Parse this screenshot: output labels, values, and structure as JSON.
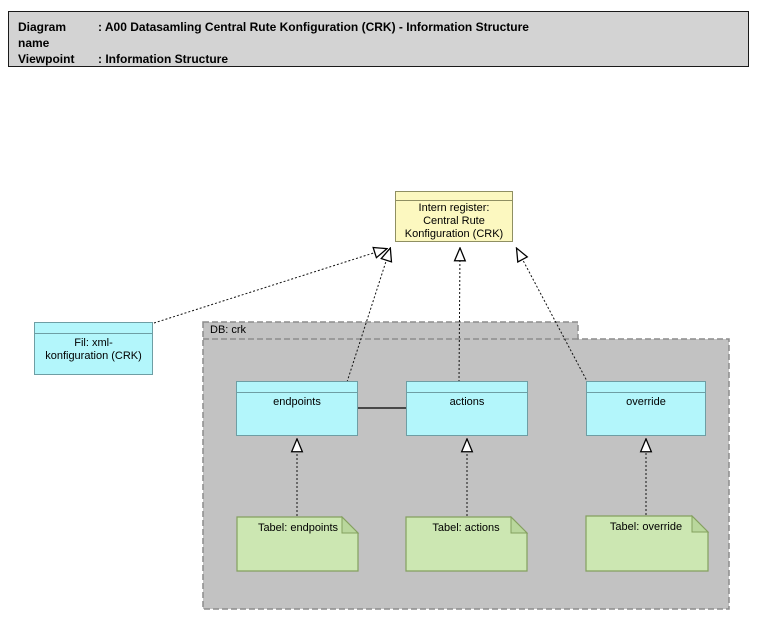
{
  "title_bar": {
    "rows": [
      {
        "label": "Diagram name",
        "value": ": A00 Datasamling Central Rute Konfiguration (CRK) - Information Structure"
      },
      {
        "label": "Viewpoint",
        "value": ": Information Structure"
      }
    ]
  },
  "group": {
    "label": "DB: crk"
  },
  "nodes": {
    "intern_register": {
      "label": "Intern register:\nCentral Rute\nKonfiguration (CRK)",
      "type": "data-object",
      "fill": "#FCF8C0"
    },
    "fil_xml": {
      "label": "Fil: xml-\nkonfiguration (CRK)",
      "type": "data-object",
      "fill": "#B3F6FB"
    },
    "endpoints": {
      "label": "endpoints",
      "type": "data-object",
      "fill": "#B3F6FB"
    },
    "actions": {
      "label": "actions",
      "type": "data-object",
      "fill": "#B3F6FB"
    },
    "override": {
      "label": "override",
      "type": "data-object",
      "fill": "#B3F6FB"
    },
    "tabel_endpoints": {
      "label": "Tabel: endpoints",
      "type": "note",
      "fill": "#CCE7B2"
    },
    "tabel_actions": {
      "label": "Tabel: actions",
      "type": "note",
      "fill": "#CCE7B2"
    },
    "tabel_override": {
      "label": "Tabel: override",
      "type": "note",
      "fill": "#CCE7B2"
    }
  },
  "relationships": [
    {
      "type": "realization",
      "from": "Fil: xml-konfiguration (CRK)",
      "to": "Intern register: Central Rute Konfiguration (CRK)"
    },
    {
      "type": "realization",
      "from": "endpoints",
      "to": "Intern register: Central Rute Konfiguration (CRK)"
    },
    {
      "type": "realization",
      "from": "actions",
      "to": "Intern register: Central Rute Konfiguration (CRK)"
    },
    {
      "type": "realization",
      "from": "override",
      "to": "Intern register: Central Rute Konfiguration (CRK)"
    },
    {
      "type": "association",
      "from": "endpoints",
      "to": "actions"
    },
    {
      "type": "realization",
      "from": "Tabel: endpoints",
      "to": "endpoints"
    },
    {
      "type": "realization",
      "from": "Tabel: actions",
      "to": "actions"
    },
    {
      "type": "realization",
      "from": "Tabel: override",
      "to": "override"
    }
  ],
  "colors": {
    "titlebar_gray": "#D3D3D3",
    "group_gray": "#C2C2C2",
    "object_yellow": "#FCF8C0",
    "object_cyan": "#B3F6FB",
    "note_green": "#CCE7B2",
    "note_fold_green": "#B9D79C"
  }
}
